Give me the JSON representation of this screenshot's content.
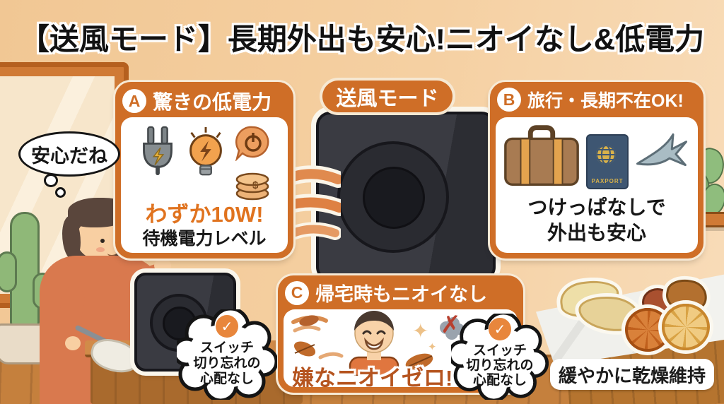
{
  "title": "【送風モード】長期外出も安心!ニオイなし&低電力",
  "center_badge": {
    "label": "送風モード"
  },
  "thought_bubble": {
    "text": "安心だね"
  },
  "sections": {
    "a": {
      "badge": "A",
      "header": "驚きの低電力",
      "highlight": "わずか10W!",
      "caption": "待機電力レベル",
      "coin_symbol": "$"
    },
    "b": {
      "badge": "B",
      "header": "旅行・長期不在OK!",
      "line1": "つけっぱなしで",
      "line2": "外出も安心",
      "passport_label": "PAXPORT"
    },
    "c": {
      "badge": "C",
      "header": "帰宅時もニオイなし",
      "highlight": "嫌なニオイゼロ!",
      "sparkle": "✦",
      "cross": "✗"
    }
  },
  "cloud_note": {
    "check": "✓",
    "line1": "スイッチ",
    "line2": "切り忘れの",
    "line3": "心配なし"
  },
  "footer_label": {
    "text": "緩やかに乾燥維持"
  },
  "colors": {
    "accent": "#cf6e27",
    "wall": "#f4cfa0",
    "floor": "#c5803d",
    "device_body": "#34353c",
    "highlight_orange": "#e0731f",
    "highlight_brown": "#b5541f"
  }
}
